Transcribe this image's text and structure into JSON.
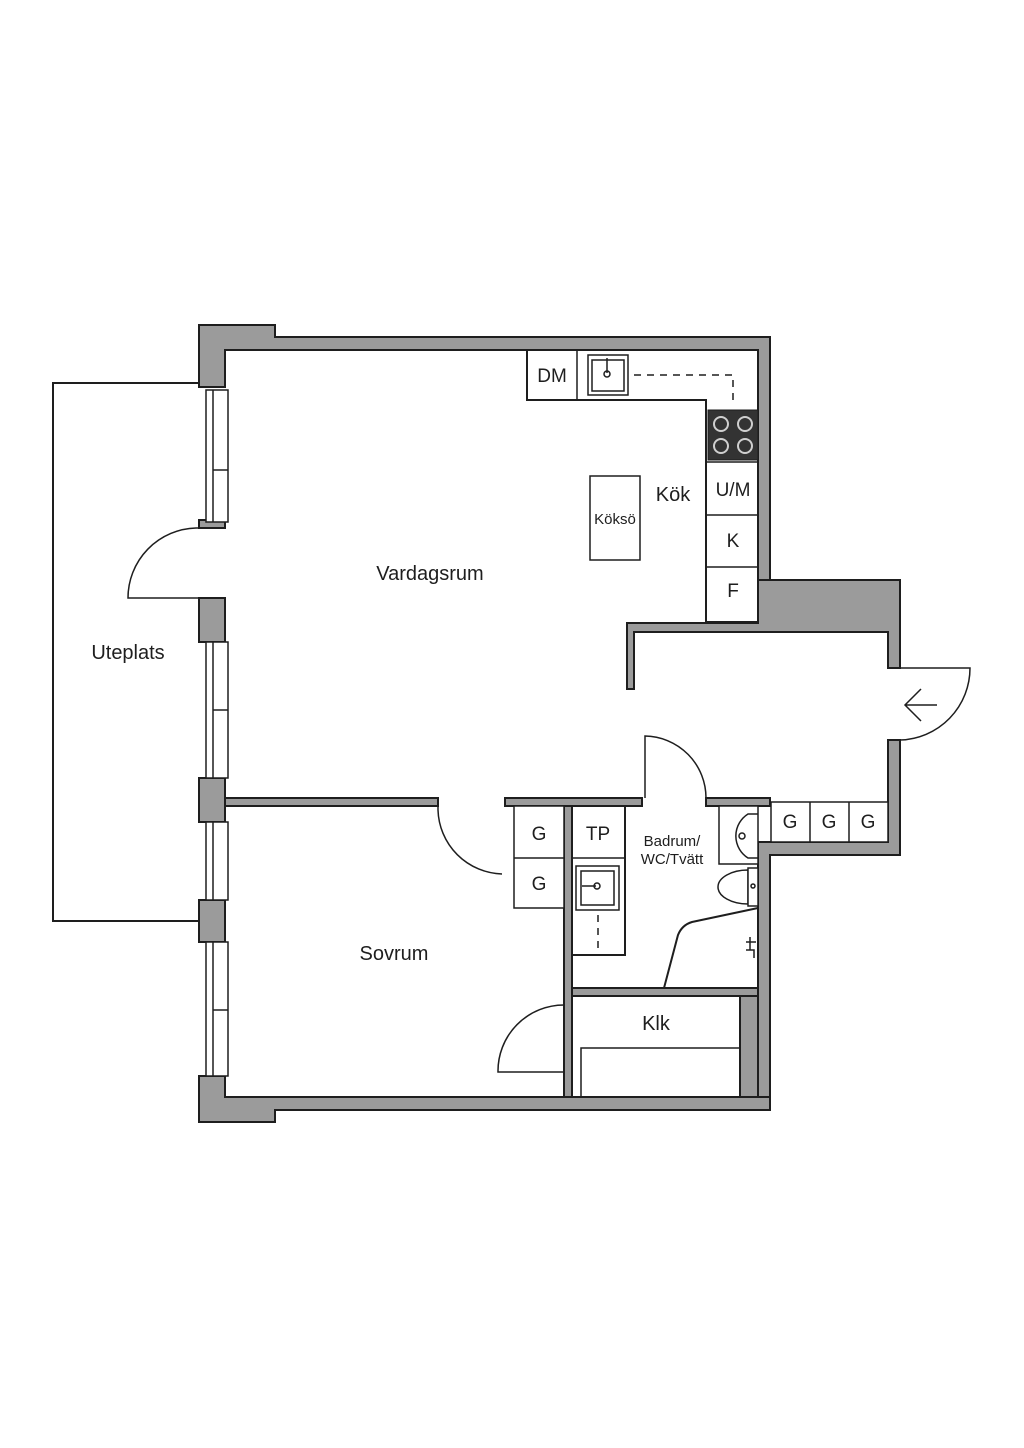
{
  "rooms": {
    "patio": "Uteplats",
    "living": "Vardagsrum",
    "kitchen": "Kök",
    "island": "Köksö",
    "bedroom": "Sovrum",
    "bath_line1": "Badrum/",
    "bath_line2": "WC/Tvätt",
    "closet": "Klk"
  },
  "fixtures": {
    "dishwasher": "DM",
    "micro_oven": "U/M",
    "fridge": "K",
    "freezer": "F",
    "dryer": "TP",
    "wardrobe": "G"
  },
  "icons": [
    "entrance-arrow-icon",
    "sink-icon",
    "stove-icon",
    "toilet-icon",
    "washbasin-icon",
    "shower-icon"
  ]
}
